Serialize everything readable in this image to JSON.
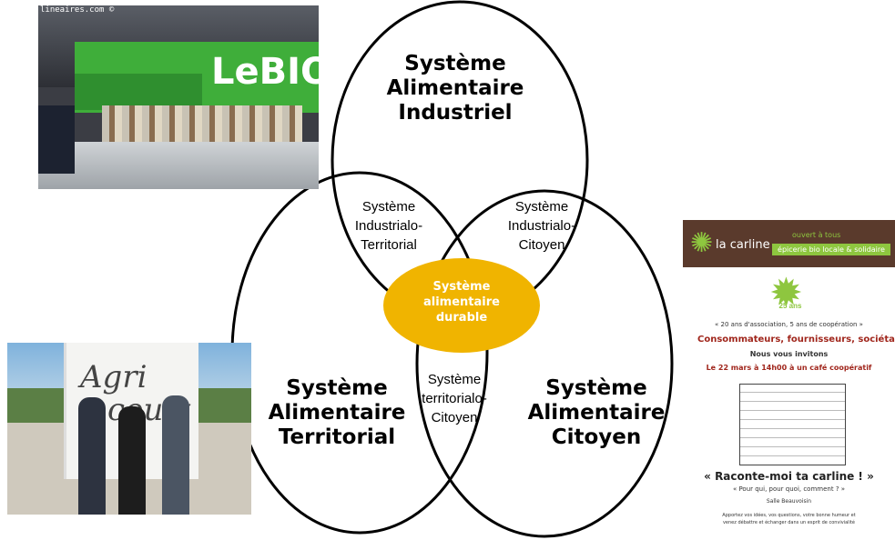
{
  "colors": {
    "circle_stroke": "#000000",
    "center_fill": "#f0b400",
    "center_text": "#ffffff",
    "poster_green": "#8ec63f",
    "poster_brown": "#5a3a2c",
    "poster_red": "#a0261c"
  },
  "diagram": {
    "top": [
      "Système",
      "Alimentaire",
      "Industriel"
    ],
    "left": [
      "Système",
      "Alimentaire",
      "Territorial"
    ],
    "right": [
      "Système",
      "Alimentaire",
      "Citoyen"
    ],
    "top_left": [
      "Système",
      "Industrialo-",
      "Territorial"
    ],
    "top_right": [
      "Système",
      "Industrialo-",
      "Citoyen"
    ],
    "bottom": [
      "Système",
      "territorialo-",
      "Citoyen"
    ],
    "center": [
      "Système",
      "alimentaire",
      "durable"
    ]
  },
  "photo_store": {
    "watermark": "lineaires.com ©",
    "sign": "LeBIO"
  },
  "photo_agri": {
    "truck_line1": "Agri",
    "truck_line2": "court"
  },
  "poster": {
    "brand": "la carline",
    "open": "ouvert à tous",
    "shop": "épicerie bio locale & solidaire",
    "years": "25 ans",
    "anniv": "« 20 ans d'association, 5 ans de coopération »",
    "headline": "Consommateurs, fournisseurs, sociétaires",
    "invite": "Nous vous invitons",
    "date": "Le 22 mars à 14h00 à un café coopératif",
    "title": "« Raconte-moi ta carline ! »",
    "subtitle": "« Pour qui, pour quoi, comment ? »",
    "room": "Salle Beauvoisin",
    "footer1": "Apportez vos idées, vos questions, votre bonne humeur et",
    "footer2": "venez débattre et échanger dans un esprit de convivialité"
  }
}
